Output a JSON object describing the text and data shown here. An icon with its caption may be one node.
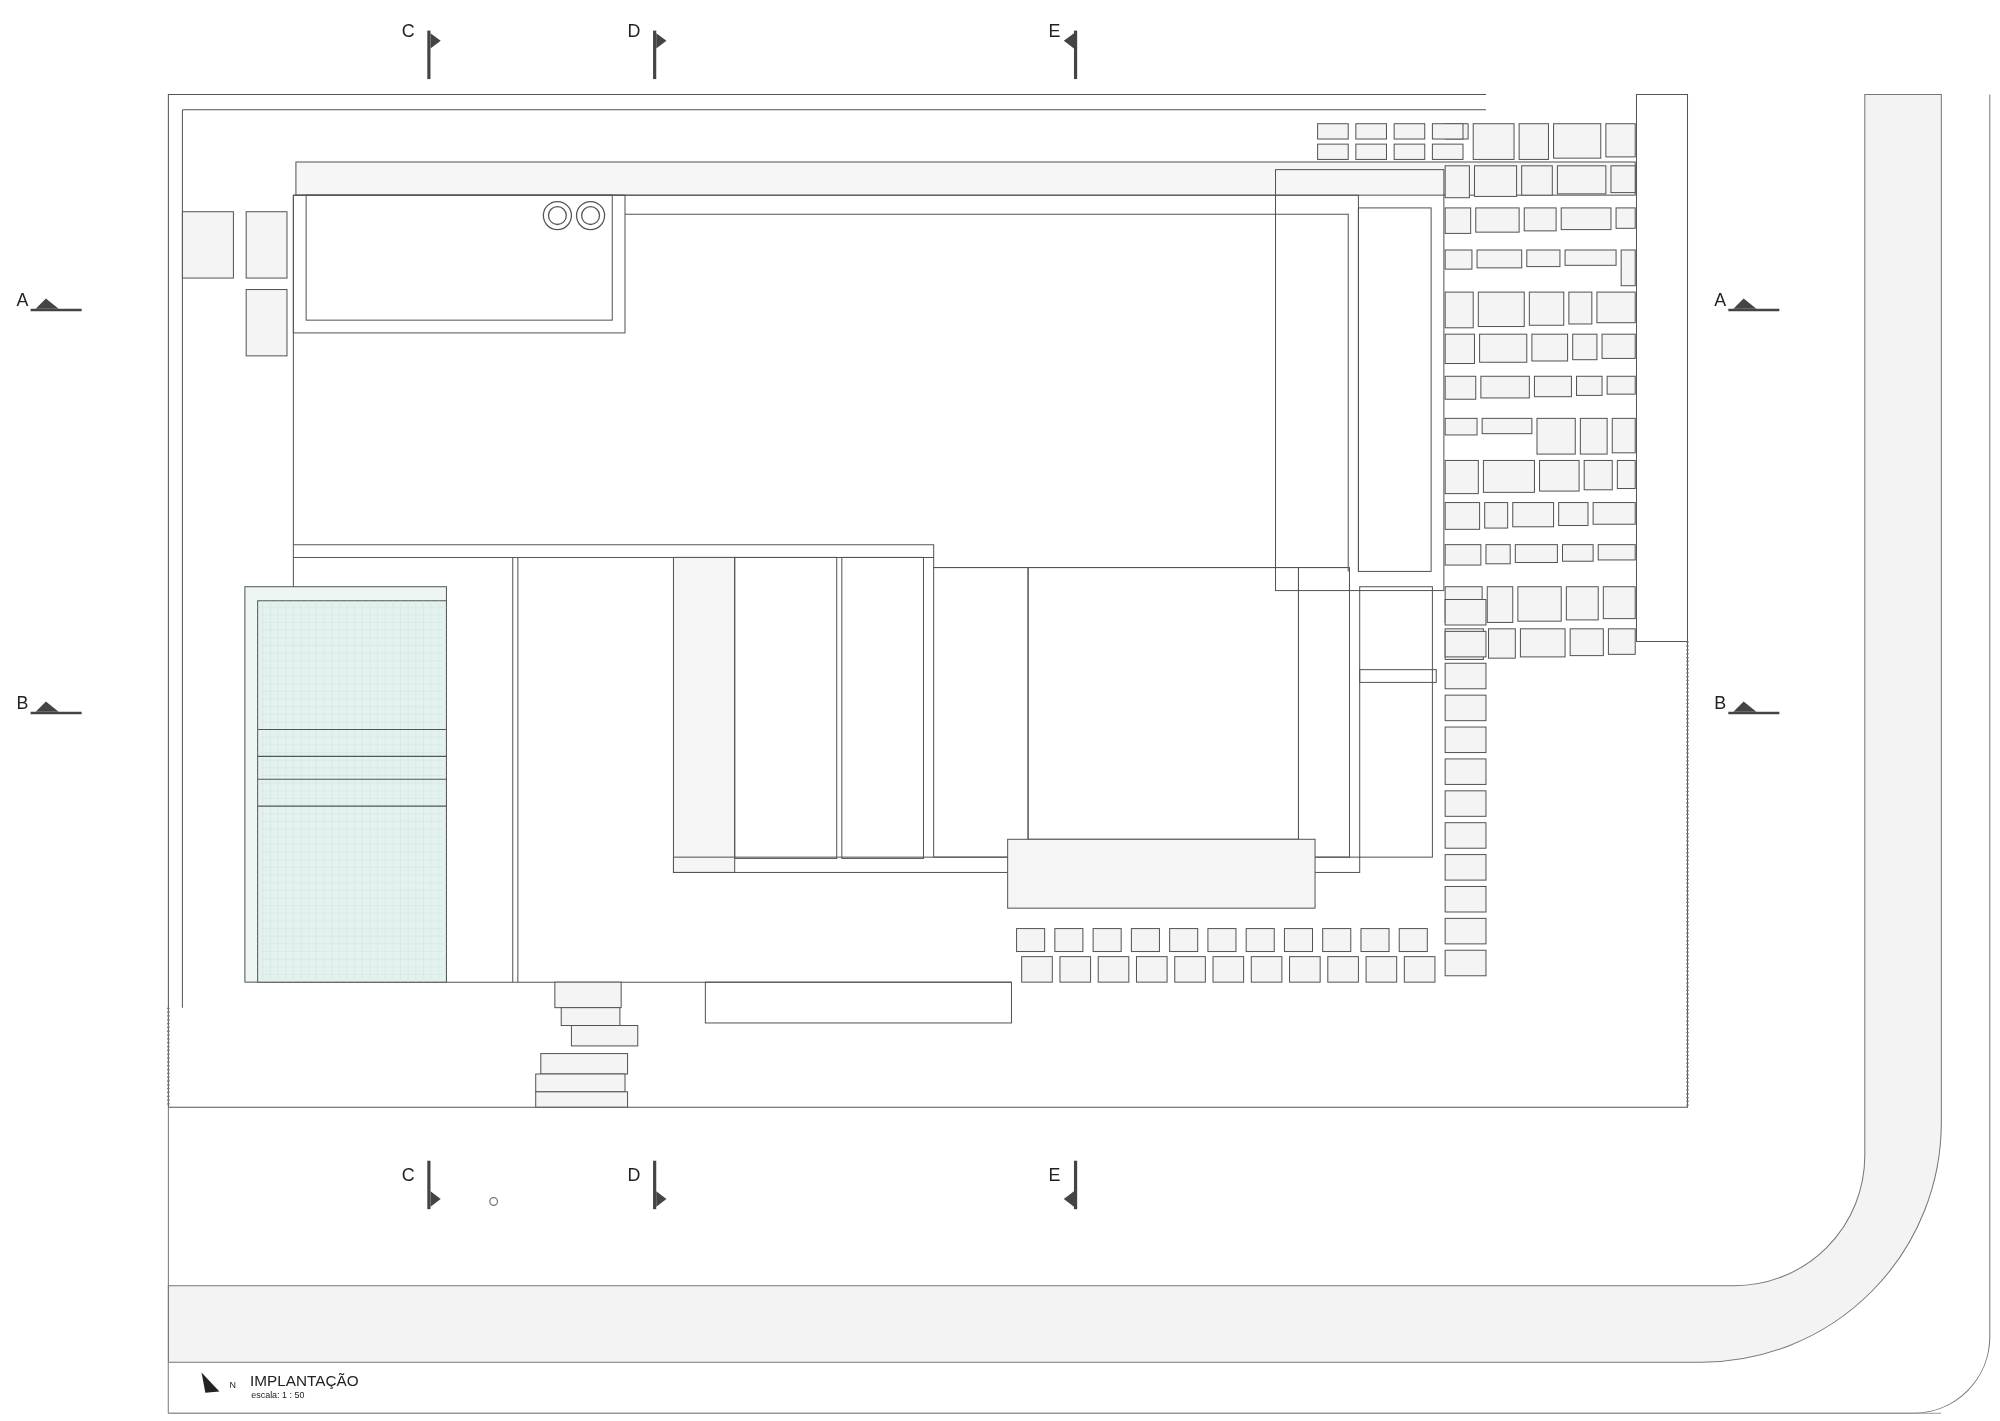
{
  "diagram": {
    "title": "IMPLANTAÇÃO",
    "labels": [
      "C",
      "D",
      "E",
      "A",
      "A",
      "B",
      "B",
      "C",
      "D",
      "E",
      "N",
      "escala: 1 : 50"
    ]
  }
}
